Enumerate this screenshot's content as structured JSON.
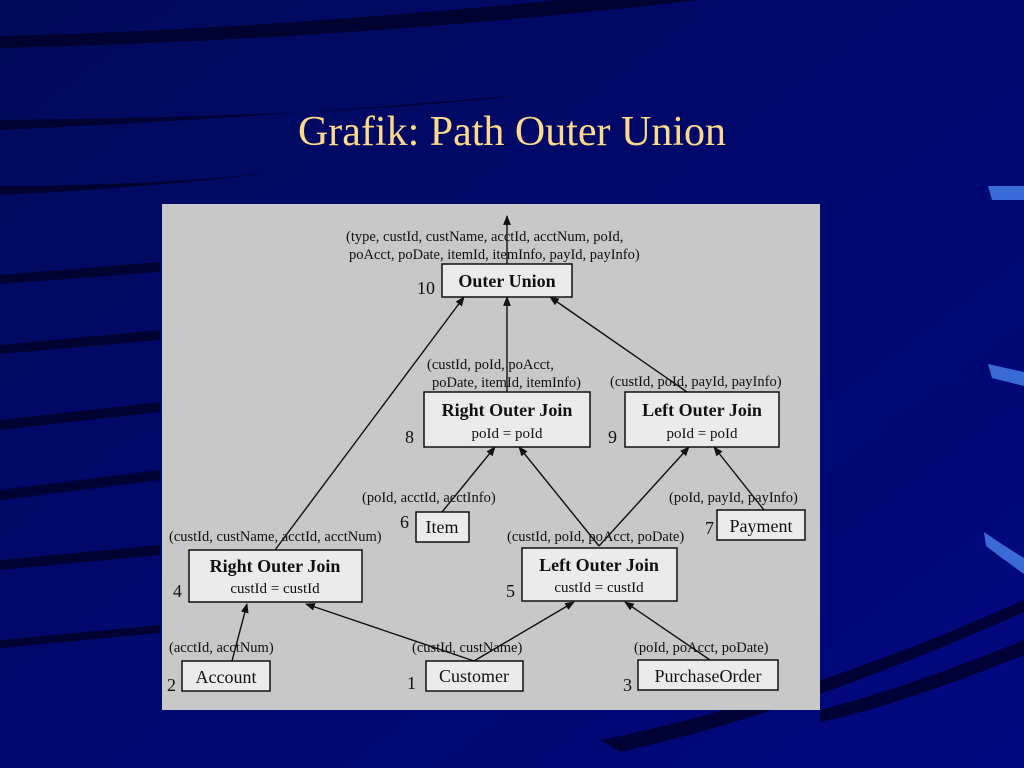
{
  "slide": {
    "title": "Grafik: Path Outer Union"
  },
  "diagram": {
    "nodes": {
      "n10": {
        "number": "10",
        "label": "Outer Union"
      },
      "n8": {
        "number": "8",
        "label": "Right Outer Join",
        "condition": "poId = poId"
      },
      "n9": {
        "number": "9",
        "label": "Left Outer Join",
        "condition": "poId = poId"
      },
      "n4": {
        "number": "4",
        "label": "Right Outer Join",
        "condition": "custId = custId"
      },
      "n5": {
        "number": "5",
        "label": "Left Outer Join",
        "condition": "custId = custId"
      },
      "n6": {
        "number": "6",
        "label": "Item"
      },
      "n7": {
        "number": "7",
        "label": "Payment"
      },
      "n1": {
        "number": "1",
        "label": "Customer"
      },
      "n2": {
        "number": "2",
        "label": "Account"
      },
      "n3": {
        "number": "3",
        "label": "PurchaseOrder"
      }
    },
    "annotations": {
      "a10_line1": "(type, custId, custName, acctId, acctNum, poId,",
      "a10_line2": "poAcct, poDate, itemId, itemInfo, payId, payInfo)",
      "a8_line1": "(custId, poId, poAcct,",
      "a8_line2": "poDate, itemId, itemInfo)",
      "a9": "(custId, poId, payId, payInfo)",
      "a6": "(poId, acctId, acctInfo)",
      "a7": "(poId, payId, payInfo)",
      "a4": "(custId, custName, acctId, acctNum)",
      "a5": "(custId, poId, poAcct, poDate)",
      "a2": "(acctId, acctNum)",
      "a1": "(custId, custName)",
      "a3": "(poId, poAcct, poDate)"
    }
  }
}
